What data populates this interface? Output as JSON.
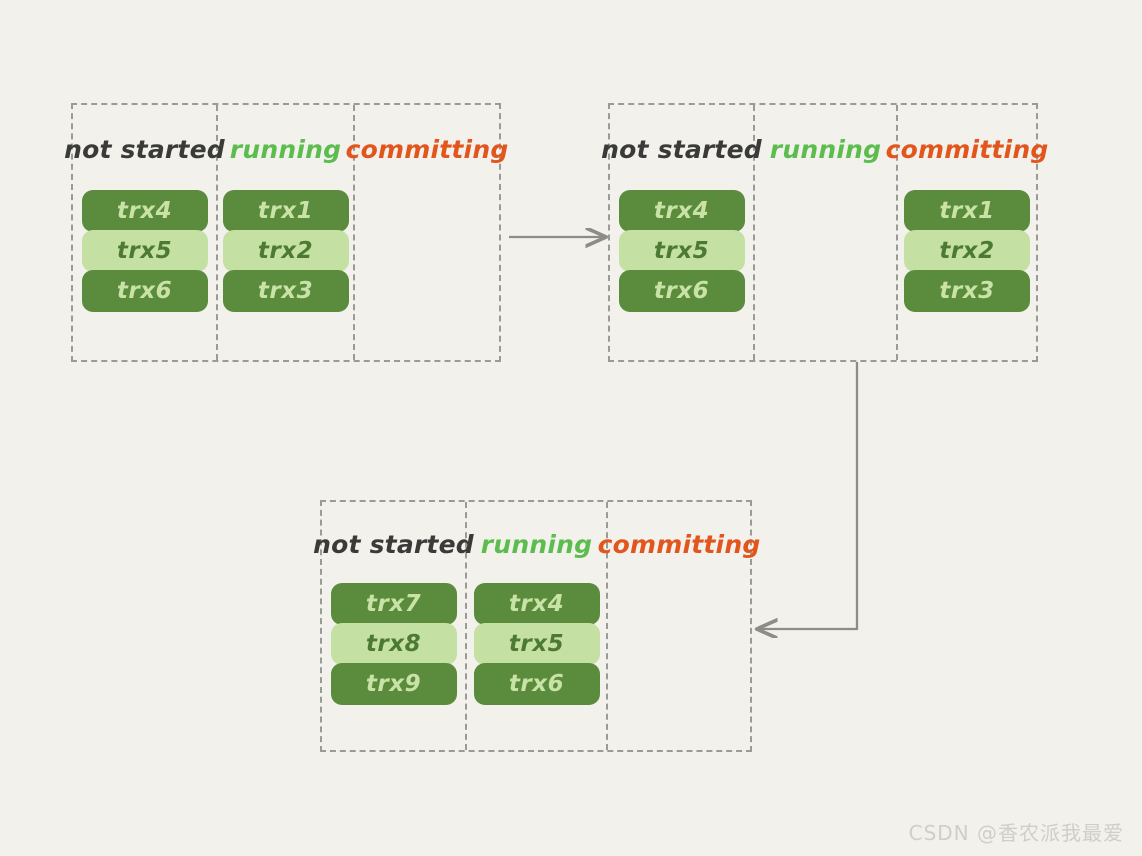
{
  "diagram": {
    "title_columns": {
      "not_started": "not started",
      "running": "running",
      "committing": "committing"
    },
    "colors": {
      "background": "#f2f1ec",
      "border_dashed": "#9a9a97",
      "not_started_text": "#3a3a38",
      "running_text": "#5cbd4e",
      "committing_text": "#e2561e",
      "pill_dark_bg": "#5b8b3d",
      "pill_dark_text": "#c9e3a6",
      "pill_light_bg": "#c4e0a2",
      "pill_light_text": "#4d7a33",
      "arrow": "#8c8c89",
      "watermark": "#cfcec8"
    },
    "panels": [
      {
        "id": "panel-1",
        "columns": [
          {
            "id": "not-started",
            "label": "not started",
            "items": [
              {
                "label": "trx4",
                "shade": "dark"
              },
              {
                "label": "trx5",
                "shade": "light"
              },
              {
                "label": "trx6",
                "shade": "dark"
              }
            ]
          },
          {
            "id": "running",
            "label": "running",
            "items": [
              {
                "label": "trx1",
                "shade": "dark"
              },
              {
                "label": "trx2",
                "shade": "light"
              },
              {
                "label": "trx3",
                "shade": "dark"
              }
            ]
          },
          {
            "id": "committing",
            "label": "committing",
            "items": []
          }
        ]
      },
      {
        "id": "panel-2",
        "columns": [
          {
            "id": "not-started",
            "label": "not started",
            "items": [
              {
                "label": "trx4",
                "shade": "dark"
              },
              {
                "label": "trx5",
                "shade": "light"
              },
              {
                "label": "trx6",
                "shade": "dark"
              }
            ]
          },
          {
            "id": "running",
            "label": "running",
            "items": []
          },
          {
            "id": "committing",
            "label": "committing",
            "items": [
              {
                "label": "trx1",
                "shade": "dark"
              },
              {
                "label": "trx2",
                "shade": "light"
              },
              {
                "label": "trx3",
                "shade": "dark"
              }
            ]
          }
        ]
      },
      {
        "id": "panel-3",
        "columns": [
          {
            "id": "not-started",
            "label": "not started",
            "items": [
              {
                "label": "trx7",
                "shade": "dark"
              },
              {
                "label": "trx8",
                "shade": "light"
              },
              {
                "label": "trx9",
                "shade": "dark"
              }
            ]
          },
          {
            "id": "running",
            "label": "running",
            "items": [
              {
                "label": "trx4",
                "shade": "dark"
              },
              {
                "label": "trx5",
                "shade": "light"
              },
              {
                "label": "trx6",
                "shade": "dark"
              }
            ]
          },
          {
            "id": "committing",
            "label": "committing",
            "items": []
          }
        ]
      }
    ],
    "arrows": [
      {
        "id": "arrow-panel1-to-panel2",
        "direction": "right"
      },
      {
        "id": "arrow-panel2-to-panel3",
        "direction": "left-elbow"
      }
    ]
  },
  "watermark": {
    "text": "CSDN @香农派我最爱"
  }
}
